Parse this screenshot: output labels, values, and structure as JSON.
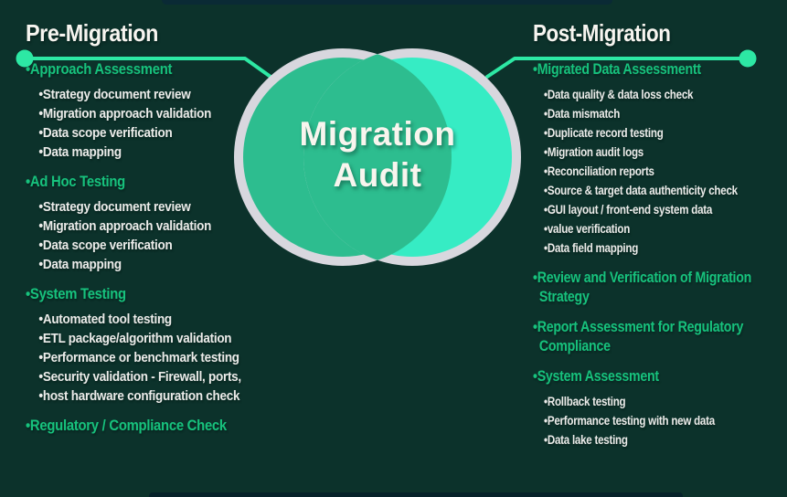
{
  "center": {
    "line1": "Migration",
    "line2": "Audit"
  },
  "left": {
    "title": "Pre-Migration",
    "groups": [
      {
        "heading_lines": [
          "•Approach Assessment"
        ],
        "items": [
          "•Strategy document review",
          "•Migration approach validation",
          "•Data scope verification",
          "•Data mapping"
        ]
      },
      {
        "heading_lines": [
          "•Ad Hoc Testing"
        ],
        "items": [
          "•Strategy document review",
          "•Migration approach validation",
          "•Data scope verification",
          "•Data mapping"
        ]
      },
      {
        "heading_lines": [
          "•System Testing"
        ],
        "items": [
          "•Automated tool testing",
          "•ETL package/algorithm validation",
          "•Performance or benchmark testing",
          "•Security validation - Firewall, ports,",
          "•host hardware configuration check"
        ]
      },
      {
        "heading_lines": [
          "•Regulatory / Compliance Check"
        ],
        "items": []
      }
    ]
  },
  "right": {
    "title": "Post-Migration",
    "groups": [
      {
        "heading_lines": [
          "•Migrated Data Assessmentt"
        ],
        "items": [
          "•Data quality & data loss check",
          "•Data mismatch",
          "•Duplicate record testing",
          "•Migration audit logs",
          "•Reconciliation reports",
          "•Source & target data authenticity check",
          "•GUI layout / front-end system data",
          "•value verification",
          "•Data field mapping"
        ]
      },
      {
        "heading_lines": [
          "•Review and Verification of Migration",
          "Strategy"
        ],
        "items": []
      },
      {
        "heading_lines": [
          "•Report Assessment for Regulatory",
          "Compliance"
        ],
        "items": []
      },
      {
        "heading_lines": [
          "•System Assessment"
        ],
        "items": [
          "•Rollback testing",
          "•Performance testing with new data",
          "•Data lake testing"
        ]
      }
    ]
  },
  "colors": {
    "heading_green": "#17c27d",
    "connector_mint": "#2de8a4",
    "venn_left_fill": "#2dbd8f",
    "venn_right_fill": "#36ecc4",
    "venn_ring": "#d8d7de",
    "background_dark": "#0c322b",
    "background_glow": "#1fae81"
  }
}
